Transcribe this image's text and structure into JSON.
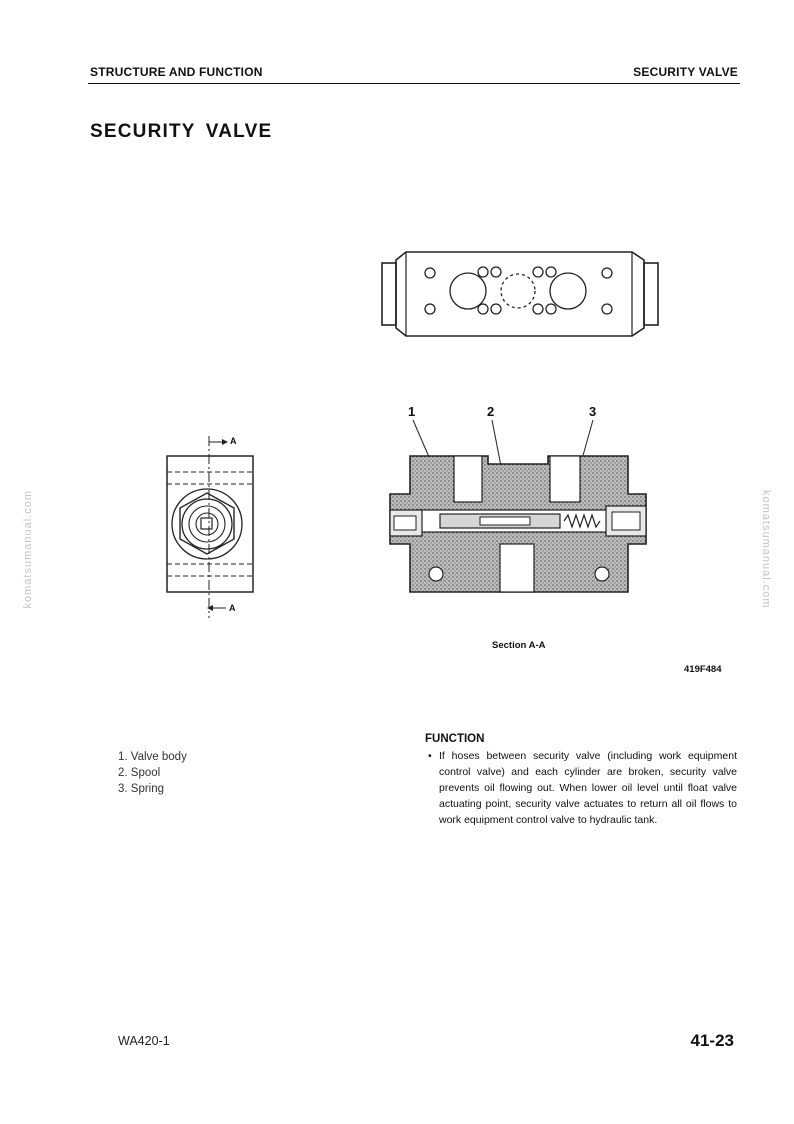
{
  "header": {
    "left": "STRUCTURE AND FUNCTION",
    "right": "SECURITY VALVE"
  },
  "page_title": "SECURITY VALVE",
  "watermark": "komatsumanual.com",
  "figure": {
    "section_marker": "A",
    "callouts": [
      "1",
      "2",
      "3"
    ],
    "section_label": "Section A-A",
    "code": "419F484"
  },
  "parts": [
    "1. Valve body",
    "2. Spool",
    "3. Spring"
  ],
  "function": {
    "heading": "FUNCTION",
    "bullet_symbol": "•",
    "paragraph": "If hoses between security valve (including work equipment control valve) and each cylinder are broken, security valve prevents oil flowing out. When lower oil level until float valve actuating point, security valve actuates to return all oil flows to work equipment control valve to hydraulic tank."
  },
  "footer": {
    "model": "WA420-1",
    "page": "41-23"
  }
}
